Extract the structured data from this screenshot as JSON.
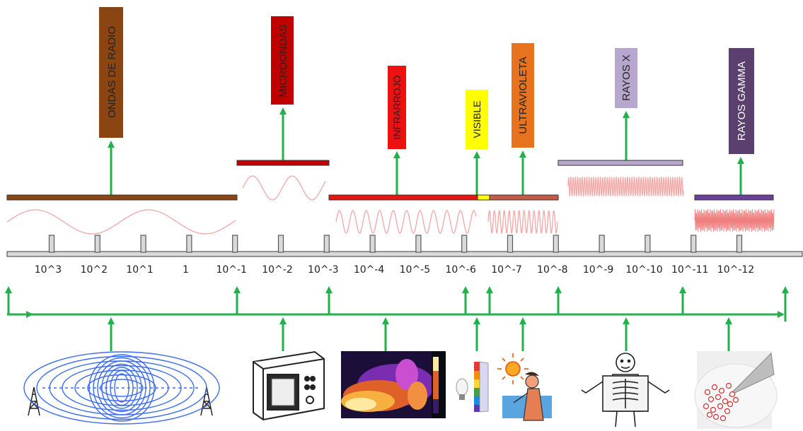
{
  "bands": [
    {
      "id": "radio",
      "label": "ONDAS DE RADIO",
      "color": "#8B4513",
      "text_color": "#222222"
    },
    {
      "id": "micro",
      "label": "MICROONDAS",
      "color": "#C00000",
      "text_color": "#222222"
    },
    {
      "id": "ir",
      "label": "INFRARROJO",
      "color": "#EE1111",
      "text_color": "#222222"
    },
    {
      "id": "visible",
      "label": "VISIBLE",
      "color": "#FFFF00",
      "text_color": "#222222"
    },
    {
      "id": "uv",
      "label": "ULTRAVIOLETA",
      "color": "#E8731E",
      "text_color": "#222222"
    },
    {
      "id": "xray",
      "label": "RAYOS X",
      "color": "#B7A7CF",
      "text_color": "#222222"
    },
    {
      "id": "gamma",
      "label": "RAYOS GAMMA",
      "color": "#5B3F6E",
      "text_color": "#ffffff"
    }
  ],
  "ticks": [
    "10^3",
    "10^2",
    "10^1",
    "1",
    "10^-1",
    "10^-2",
    "10^-3",
    "10^-4",
    "10^-5",
    "10^-6",
    "10^-7",
    "10^-8",
    "10^-9",
    "10^-10",
    "10^-11",
    "10^-12"
  ],
  "colors": {
    "arrow": "#22B04B",
    "axis_fill": "#D9D9D9",
    "axis_stroke": "#595959",
    "wave": "#F4A6A6",
    "wave_dense": "#F08080",
    "illustration": "#3C6CF0"
  },
  "icons": [
    "antenna-tower-icon",
    "radio-waves-icon",
    "microwave-oven-icon",
    "thermal-image-icon",
    "light-bulb-prism-icon",
    "sunburn-person-icon",
    "xray-person-icon",
    "gamma-particle-icon"
  ]
}
